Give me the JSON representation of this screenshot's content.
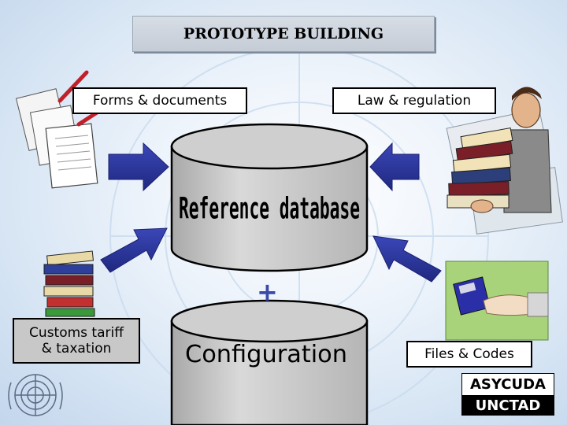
{
  "title": "PROTOTYPE BUILDING",
  "inputs": {
    "forms": "Forms & documents",
    "law": "Law & regulation",
    "tariff_line1": "Customs tariff",
    "tariff_line2": "& taxation",
    "files": "Files & Codes"
  },
  "database": {
    "label": "Reference database",
    "plus": "+",
    "config_label": "Configuration"
  },
  "brand": {
    "line1": "ASYCUDA",
    "line2": "UNCTAD"
  },
  "icons": {
    "forms": "paper-forms-icon",
    "law": "man-carrying-books-icon",
    "tariff": "stacked-books-icon",
    "files": "floppy-disk-hand-icon",
    "logo": "un-emblem-icon"
  },
  "colors": {
    "arrow": "#2a36a0",
    "cylinder": "#c6c6c6",
    "background": "#d4e3f3"
  }
}
